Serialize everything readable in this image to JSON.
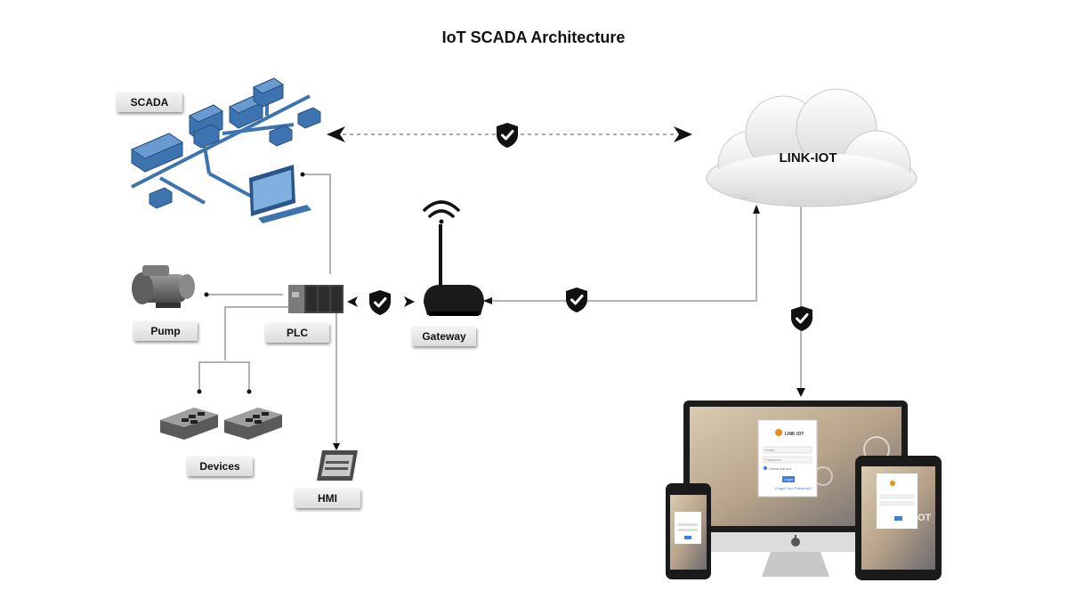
{
  "title": "IoT SCADA Architecture",
  "nodes": {
    "scada": "SCADA",
    "pump": "Pump",
    "plc": "PLC",
    "gateway": "Gateway",
    "devices": "Devices",
    "hmi": "HMI",
    "cloud": "LINK-IOT"
  },
  "icons": [
    "shield-check-icon",
    "wifi-icon",
    "apple-logo-icon"
  ],
  "login_screen": {
    "brand": "LINK IOT",
    "email_placeholder": "Email",
    "password_placeholder": "Password",
    "remember": "Check the out",
    "login_button": "Login",
    "forgot": "Forgot Your Password?"
  },
  "colors": {
    "device_blue": "#3d74b0",
    "shield": "#111111",
    "connector": "#9a9a9a"
  }
}
